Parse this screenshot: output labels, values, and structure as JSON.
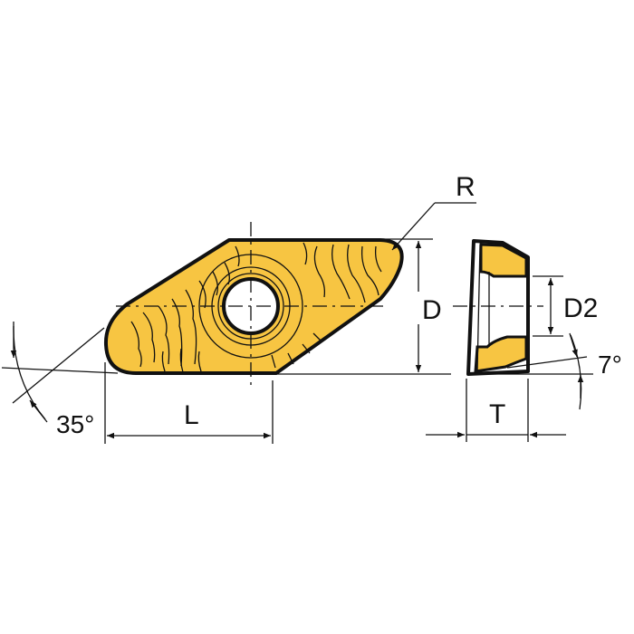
{
  "diagram": {
    "subject": "Cutting insert dimension drawing",
    "colors": {
      "insert_fill": "#F7C542",
      "outline": "#111111",
      "background": "#FFFFFF"
    },
    "labels": {
      "radius": "R",
      "diameter": "D",
      "hole_diameter": "D2",
      "length": "L",
      "thickness": "T",
      "angle_nose": "35°",
      "angle_clearance": "7°"
    },
    "views": {
      "top": "Top view of rhombic insert with central hole",
      "side": "Side section view showing clearance angle"
    }
  }
}
